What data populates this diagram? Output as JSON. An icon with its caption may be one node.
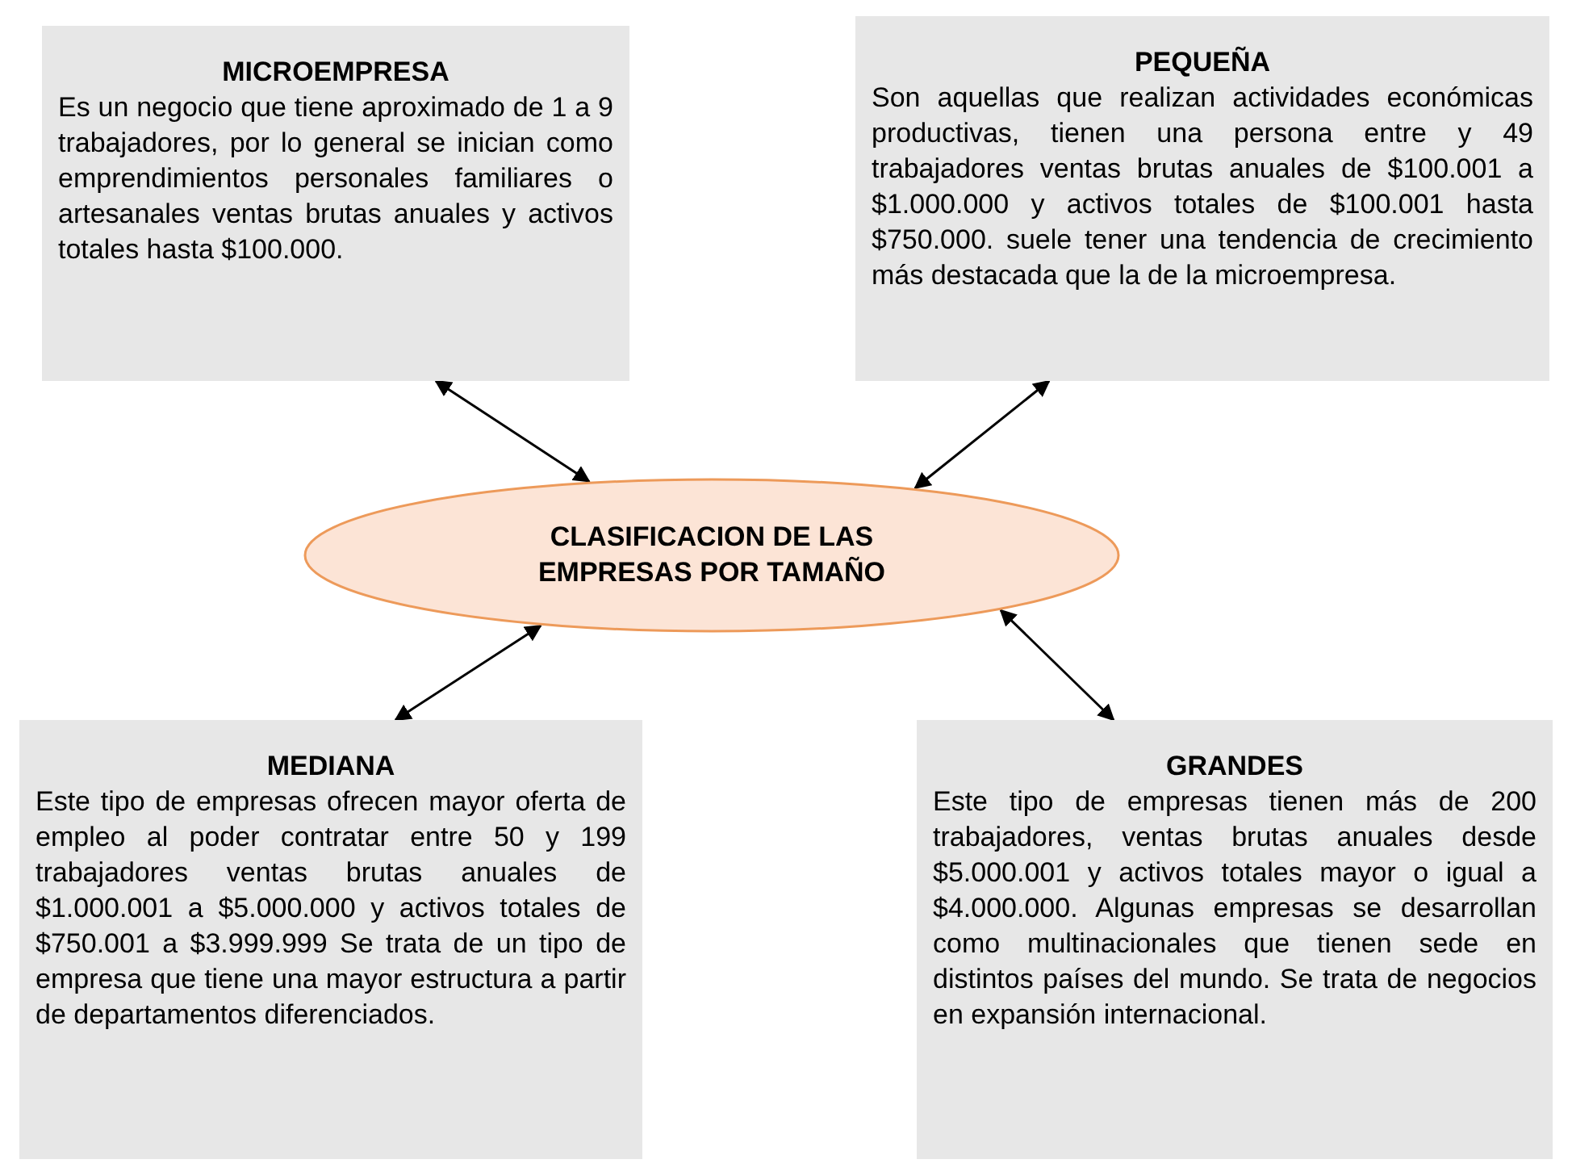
{
  "diagram": {
    "nodes": [
      {
        "text": [
          "MICROEMPRESA",
          "Es un negocio que tiene aproximado de 1 a 9 trabajadores, por lo general se inician como emprendimientos personales familiares o artesanales ventas brutas anuales y activos totales hasta $100.000."
        ]
      },
      {
        "text": [
          "PEQUEÑA",
          "Son aquellas que realizan actividades económicas productivas, tienen una persona entre y 49 trabajadores ventas brutas anuales de $100.001 a $1.000.000 y activos totales de $100.001 hasta $750.000. suele tener una tendencia de crecimiento más destacada que la de la microempresa."
        ]
      },
      {
        "text": [
          "CLASIFICACION DE LAS EMPRESAS POR TAMAÑO"
        ]
      },
      {
        "text": [
          "MEDIANA",
          "Este tipo de empresas ofrecen mayor oferta de empleo al poder contratar entre 50 y 199 trabajadores ventas brutas anuales de $1.000.001 a $5.000.000 y activos totales de $750.001 a $3.999.999 Se trata de un tipo de empresa que tiene una mayor estructura a partir de departamentos diferenciados."
        ]
      },
      {
        "text": [
          "GRANDES",
          "Este tipo de empresas tienen más de 200 trabajadores, ventas brutas anuales desde $5.000.001 y activos totales mayor o igual a $4.000.000. Algunas empresas se desarrollan como multinacionales que tienen sede en distintos países del mundo. Se trata de negocios en expansión internacional."
        ]
      }
    ],
    "edges": [
      {
        "from": 0,
        "to": 2,
        "arrow": "both"
      },
      {
        "from": 1,
        "to": 2,
        "arrow": "both"
      },
      {
        "from": 3,
        "to": 2,
        "arrow": "both"
      },
      {
        "from": 4,
        "to": 2,
        "arrow": "both"
      }
    ]
  }
}
